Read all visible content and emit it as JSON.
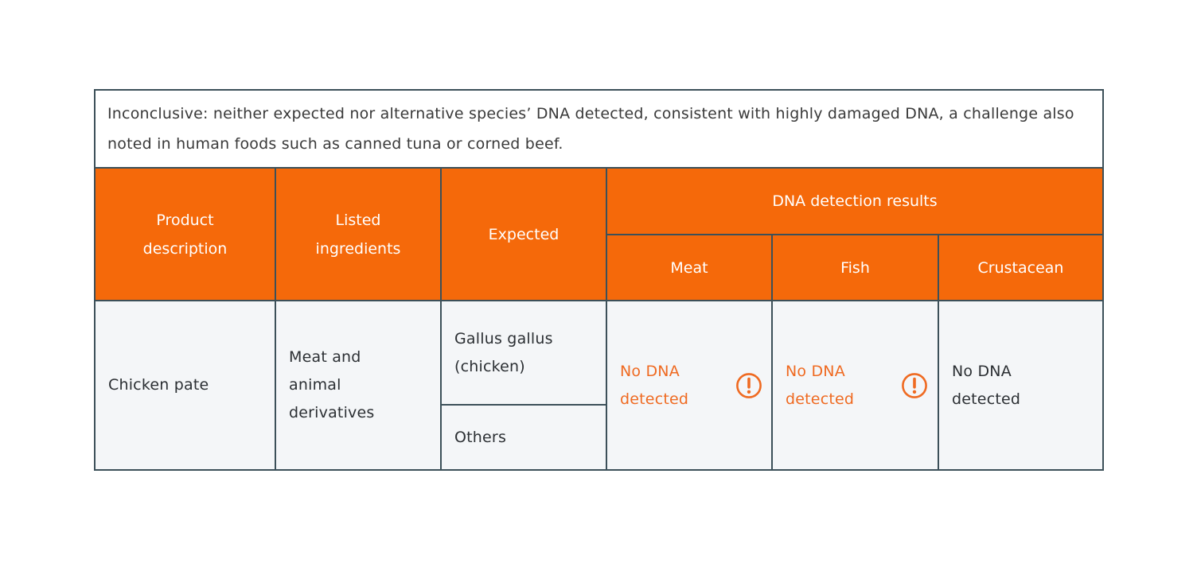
{
  "colors": {
    "orange": "#F5690A",
    "orange_text": "#EF6A21",
    "border_dark": "#3C5059",
    "body_bg": "#F4F6F8",
    "note_text": "#3A3A3A",
    "body_text": "#2B2F33",
    "header_text": "#FFFFFF"
  },
  "note": {
    "text": "Inconclusive: neither expected nor alternative species’ DNA detected, consistent with highly damaged DNA, a challenge also noted in human foods such as canned tuna or corned beef."
  },
  "table": {
    "headers": {
      "product": "Product description",
      "ingredients": "Listed ingredients",
      "expected": "Expected",
      "dna_group": "DNA detection results",
      "meat": "Meat",
      "fish": "Fish",
      "crustacean": "Crustacean"
    },
    "row": {
      "product": "Chicken pate",
      "ingredients": "Meat and animal derivatives",
      "expected_primary": "Gallus gallus (chicken)",
      "expected_secondary": "Others",
      "meat_result": "No DNA detected",
      "meat_flagged": true,
      "fish_result": "No DNA detected",
      "fish_flagged": true,
      "crustacean_result": "No DNA detected",
      "crustacean_flagged": false
    }
  },
  "icons": {
    "warning": "circle-exclamation"
  }
}
